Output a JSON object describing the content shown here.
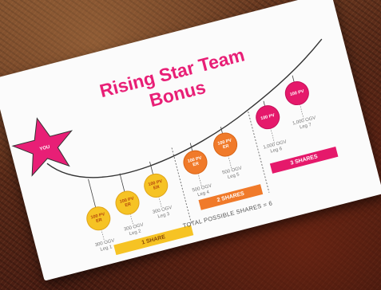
{
  "card": {
    "title_line1": "Rising Star Team",
    "title_line2": "Bonus",
    "star_label": "YOU",
    "coins": [
      {
        "label": "100 PV ER"
      },
      {
        "label": "100 PV ER"
      },
      {
        "label": "100 PV ER"
      },
      {
        "label": "100 PV ER"
      },
      {
        "label": "100 PV ER"
      },
      {
        "label": "100 PV"
      },
      {
        "label": "100 PV"
      }
    ],
    "legs": [
      {
        "ogv": "300 OGV",
        "leg": "Leg 1"
      },
      {
        "ogv": "300 OGV",
        "leg": "Leg 2"
      },
      {
        "ogv": "300 OGV",
        "leg": "Leg 3"
      },
      {
        "ogv": "500 OGV",
        "leg": "Leg 4"
      },
      {
        "ogv": "500 OGV",
        "leg": "Leg 5"
      },
      {
        "ogv": "1,000 OGV",
        "leg": "Leg 6"
      },
      {
        "ogv": "1,000 OGV",
        "leg": "Leg 7"
      }
    ],
    "bars": {
      "one": "1 SHARE",
      "two": "2 SHARES",
      "three": "3 SHARES"
    },
    "total": "TOTAL POSSIBLE SHARES = 6"
  },
  "colors": {
    "pink": "#e81f76",
    "yellow": "#f6c324",
    "orange": "#f07a2a",
    "magenta": "#e5196b"
  }
}
